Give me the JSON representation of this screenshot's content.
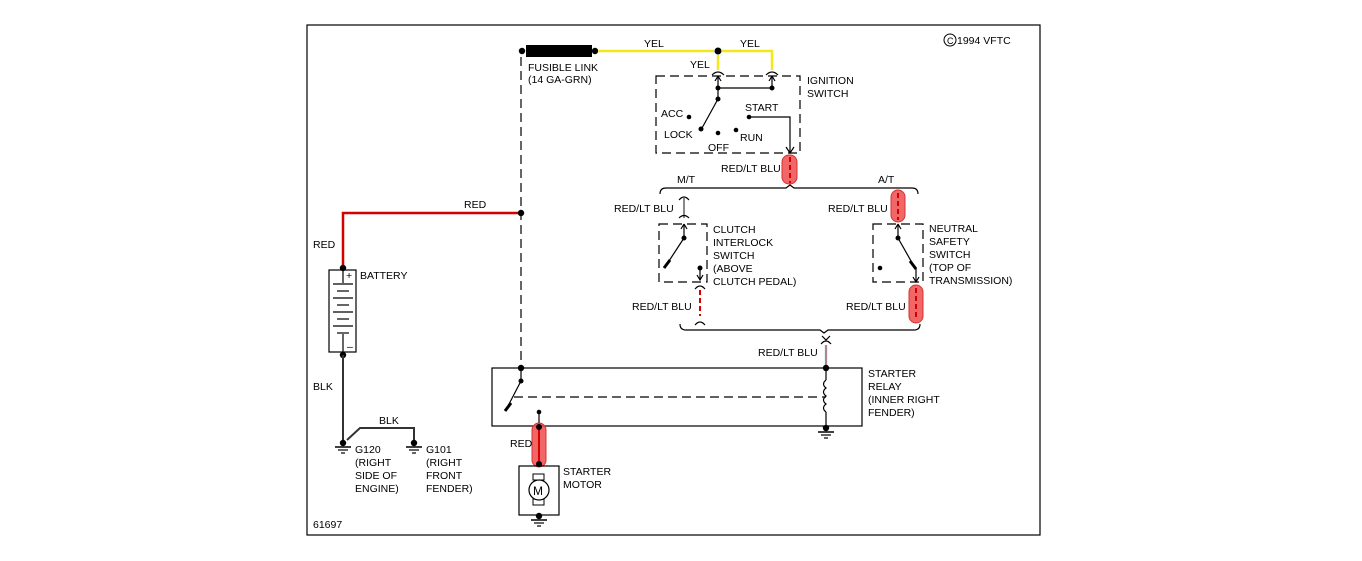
{
  "diagram": {
    "type": "wiring-diagram",
    "copyright": "1994 VFTC",
    "copyright_symbol": "C",
    "figure_number": "61697",
    "wire_colors": {
      "yellow": "#f2e81c",
      "red": "#d40000",
      "highlight": "#ef4b4b",
      "light_blue": "#9fd8e8",
      "black": "#000000"
    },
    "components": {
      "fusible_link": {
        "label": "FUSIBLE LINK",
        "detail": "(14 GA-GRN)"
      },
      "ignition_switch": {
        "label_line1": "IGNITION",
        "label_line2": "SWITCH",
        "positions": [
          "ACC",
          "LOCK",
          "OFF",
          "RUN",
          "START"
        ]
      },
      "battery": {
        "label": "BATTERY",
        "plus": "+",
        "minus": "–"
      },
      "clutch_switch": {
        "lines": [
          "CLUTCH",
          "INTERLOCK",
          "SWITCH",
          "(ABOVE",
          "CLUTCH PEDAL)"
        ]
      },
      "neutral_switch": {
        "lines": [
          "NEUTRAL",
          "SAFETY",
          "SWITCH",
          "(TOP OF",
          "TRANSMISSION)"
        ]
      },
      "starter_relay": {
        "lines": [
          "STARTER",
          "RELAY",
          "(INNER RIGHT",
          "FENDER)"
        ]
      },
      "starter_motor": {
        "lines": [
          "STARTER",
          "MOTOR"
        ],
        "symbol": "M"
      },
      "ground_g120": {
        "lines": [
          "G120",
          "(RIGHT",
          "SIDE OF",
          "ENGINE)"
        ]
      },
      "ground_g101": {
        "lines": [
          "G101",
          "(RIGHT",
          "FRONT",
          "FENDER)"
        ]
      }
    },
    "wires": {
      "yel_1": "YEL",
      "yel_2": "YEL",
      "yel_3": "YEL",
      "red_top": "RED",
      "red_battery": "RED",
      "red_starter": "RED",
      "blk_battery": "BLK",
      "blk_ground": "BLK",
      "red_lt_blu_ign": "RED/LT BLU",
      "red_lt_blu_mt_in": "RED/LT BLU",
      "red_lt_blu_mt_out": "RED/LT BLU",
      "red_lt_blu_at_in": "RED/LT BLU",
      "red_lt_blu_at_out": "RED/LT BLU",
      "red_lt_blu_relay": "RED/LT BLU",
      "mt_branch": "M/T",
      "at_branch": "A/T"
    }
  }
}
